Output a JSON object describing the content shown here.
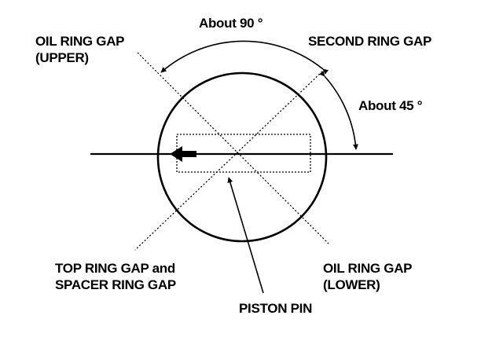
{
  "labels": {
    "about_90": "About 90 °",
    "about_45": "About 45 °",
    "oil_ring_gap_upper_line1": "OIL RING GAP",
    "oil_ring_gap_upper_line2": "(UPPER)",
    "second_ring_gap": "SECOND RING GAP",
    "top_ring_gap_line1": "TOP RING GAP and",
    "top_ring_gap_line2": "SPACER RING GAP",
    "oil_ring_gap_lower_line1": "OIL RING GAP",
    "oil_ring_gap_lower_line2": "(LOWER)",
    "piston_pin": "PISTON PIN"
  },
  "colors": {
    "ink": "#000000",
    "background": "#ffffff"
  }
}
